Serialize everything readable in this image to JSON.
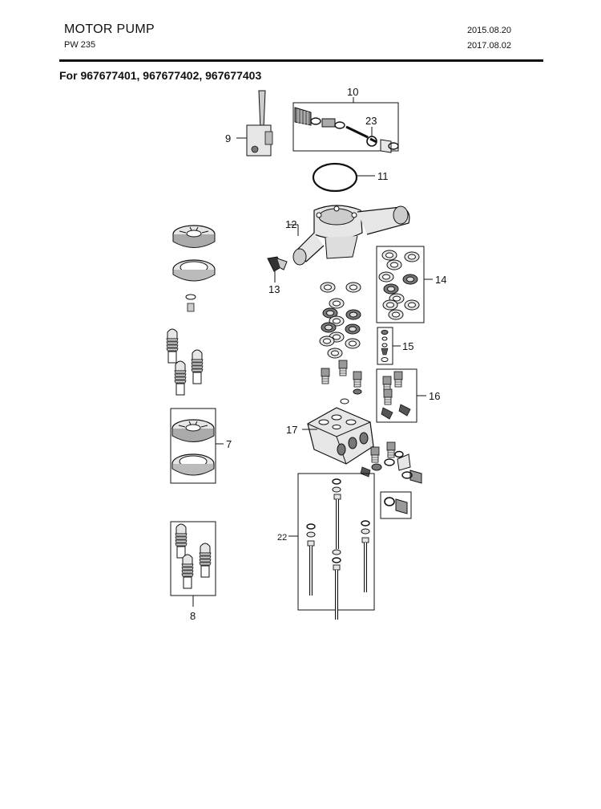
{
  "header": {
    "title": "MOTOR PUMP",
    "model": "PW 235",
    "date_created": "2015.08.20",
    "date_revised": "2017.08.02"
  },
  "subtitle": "For 967677401, 967677402, 967677403",
  "callouts": {
    "c7": "7",
    "c8": "8",
    "c9": "9",
    "c10": "10",
    "c11": "11",
    "c12": "12",
    "c13": "13",
    "c14": "14",
    "c15": "15",
    "c16": "16",
    "c17": "17",
    "c22": "22",
    "c23": "23"
  },
  "colors": {
    "ink": "#111111",
    "part_fill": "#e6e6e6",
    "part_dark": "#555555"
  }
}
